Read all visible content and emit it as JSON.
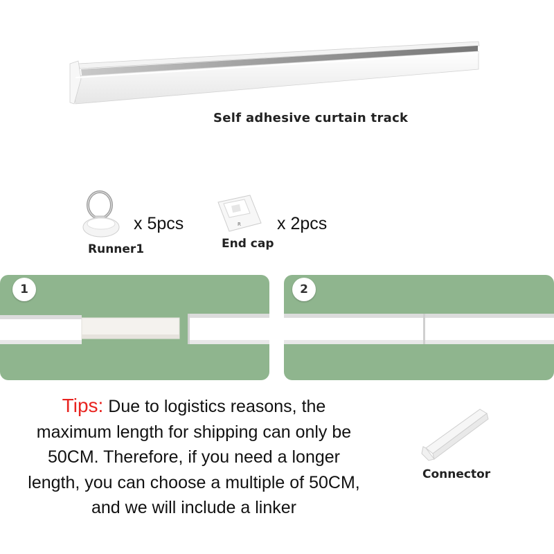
{
  "track": {
    "label": "Self adhesive curtain track"
  },
  "parts": [
    {
      "label": "Runner1",
      "quantity": "x 5pcs"
    },
    {
      "label": "End cap",
      "quantity": "x 2pcs"
    }
  ],
  "steps": [
    {
      "number": "1"
    },
    {
      "number": "2"
    }
  ],
  "tips": {
    "label": "Tips:",
    "lines": [
      "Due to logistics reasons, the",
      "maximum length for shipping can only be",
      "50CM. Therefore, if you need a longer",
      "length, you can choose a multiple of 50CM,",
      "and we will include a linker"
    ]
  },
  "connector": {
    "label": "Connector"
  },
  "colors": {
    "panel_green": "#8fb58e",
    "tips_red": "#e8231f"
  }
}
